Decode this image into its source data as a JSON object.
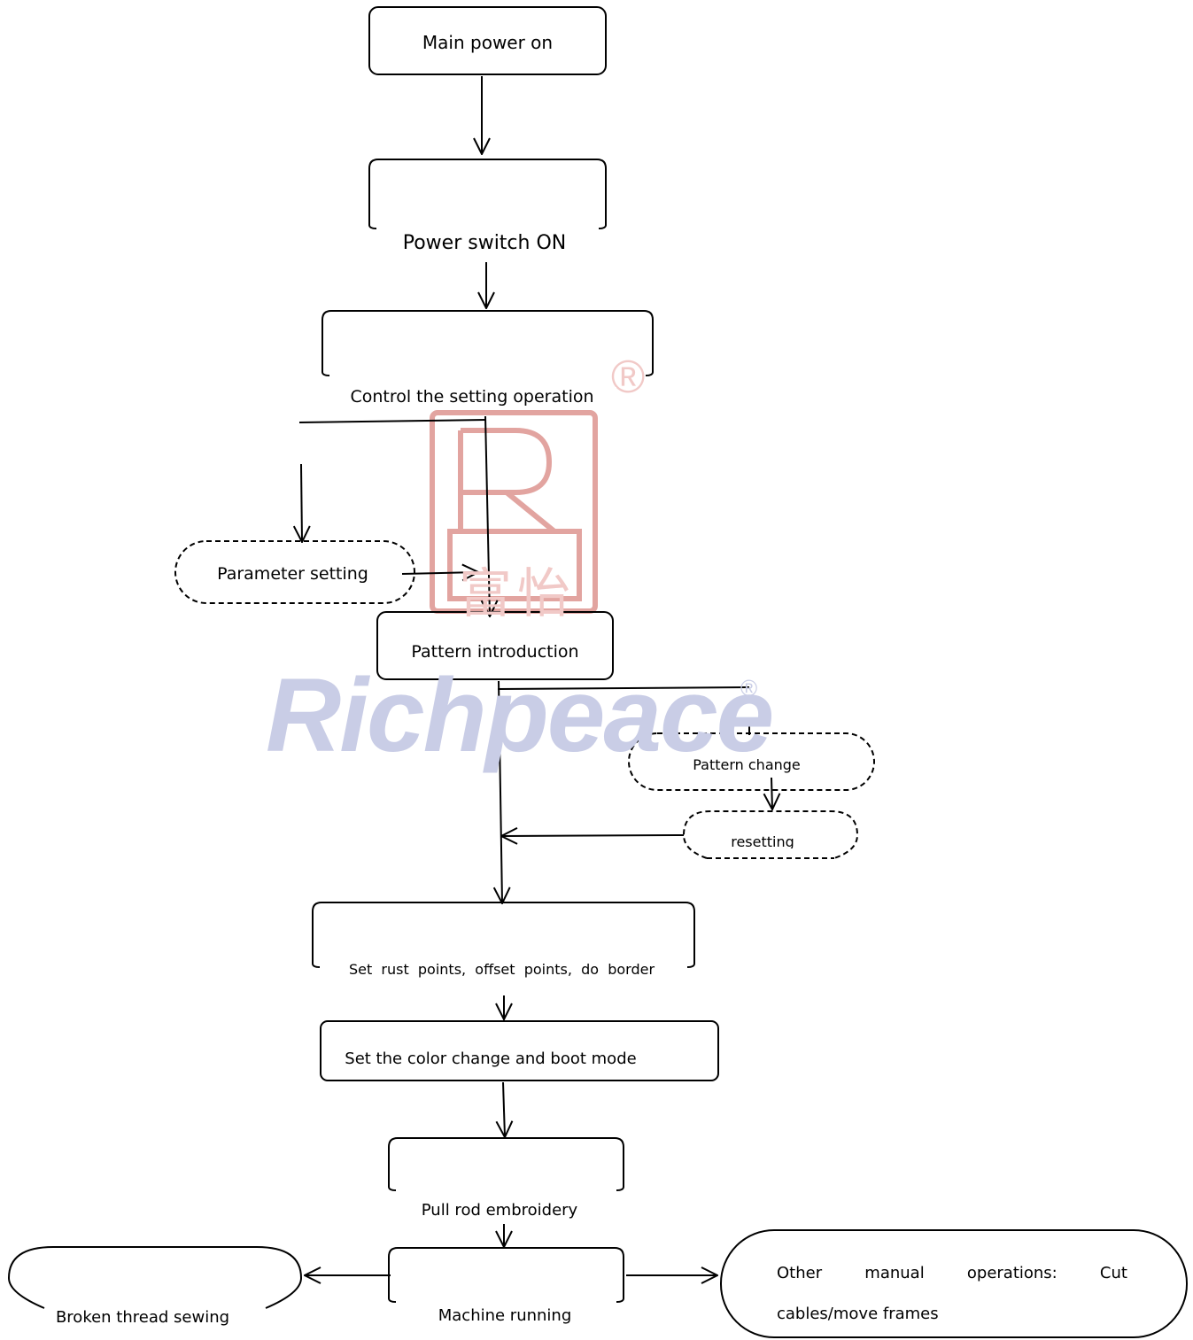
{
  "watermark": {
    "brand": "Richpeace",
    "brand_display": "Richpeace",
    "chinese": "富怡",
    "registered": "®",
    "colors": {
      "red": "#e2a4a0",
      "blue": "#c9cde6"
    }
  },
  "nodes": {
    "main_power": "Main power on",
    "power_switch": "Power switch ON",
    "control_setting": "Control the setting operation",
    "parameter_setting": "Parameter setting",
    "pattern_introduction": "Pattern introduction",
    "pattern_change": "Pattern change",
    "resetting": "resetting",
    "set_points": "Set  rust  points,  offset  points,  do  border",
    "color_change": "Set the color change and boot mode",
    "pull_rod": "Pull rod embroidery",
    "machine_running": "Machine running",
    "broken_thread": "Broken thread sewing",
    "other_manual_words": [
      "Other",
      "manual",
      "operations:",
      "Cut"
    ],
    "other_manual_line2": "cables/move frames"
  }
}
